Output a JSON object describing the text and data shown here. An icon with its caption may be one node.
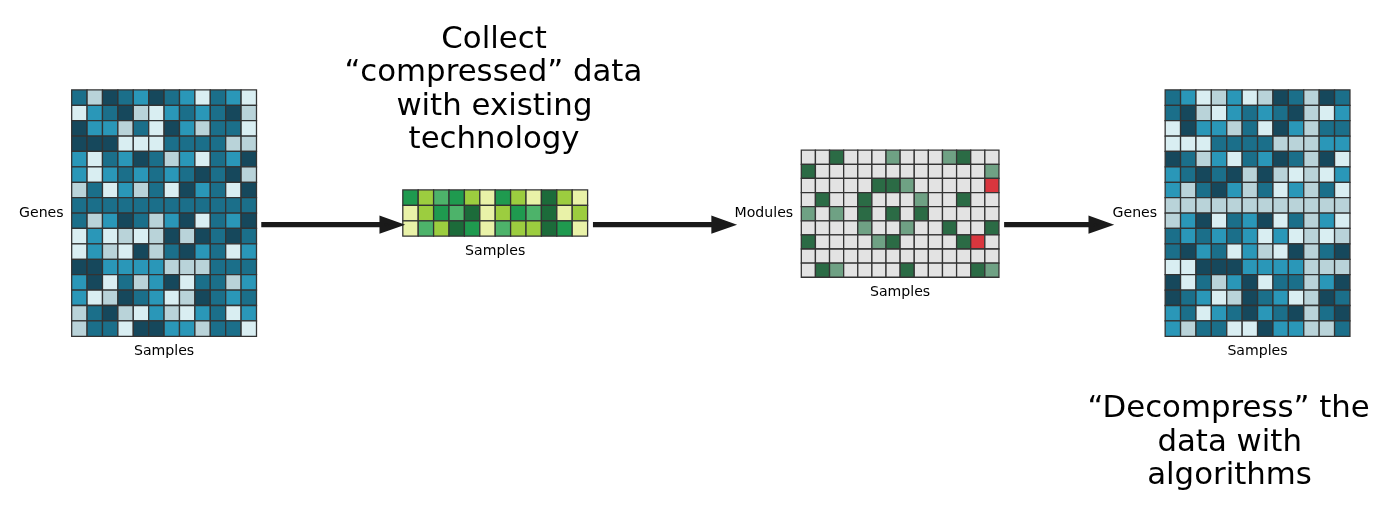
{
  "diagram": {
    "nodes": [
      {
        "text": [],
        "shape": "picture",
        "beside": [
          "Genes",
          "Samples"
        ]
      },
      {
        "text": [],
        "shape": "picture",
        "beside": [
          "Samples"
        ]
      },
      {
        "text": [],
        "shape": "picture",
        "beside": [
          "Modules",
          "Samples"
        ]
      },
      {
        "text": [],
        "shape": "picture",
        "beside": [
          "Genes",
          "Samples"
        ]
      }
    ],
    "edges": [
      {
        "from": 0,
        "to": 1,
        "arrow": "to"
      },
      {
        "from": 1,
        "to": 2,
        "arrow": "to"
      },
      {
        "from": 2,
        "to": 3,
        "arrow": "to"
      }
    ],
    "labels": [
      "Collect “compressed” data with existing technology",
      "“Decompress” the data with algorithms"
    ]
  }
}
